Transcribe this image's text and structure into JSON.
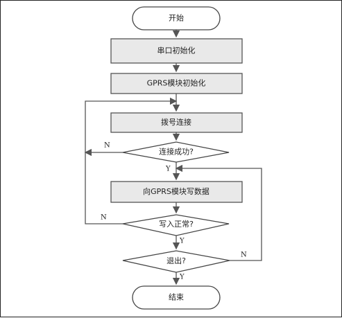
{
  "nodes": {
    "start": "开始",
    "serial_init": "串口初始化",
    "gprs_init": "GPRS模块初始化",
    "dial": "拨号连接",
    "connect_ok": "连接成功?",
    "write_data": "向GPRS模块写数据",
    "write_ok": "写入正常?",
    "exit": "退出?",
    "end": "结束"
  },
  "edges": {
    "connect_no": "N",
    "connect_yes": "Y",
    "write_no": "N",
    "write_yes": "Y",
    "exit_no": "N",
    "exit_yes": "Y"
  }
}
